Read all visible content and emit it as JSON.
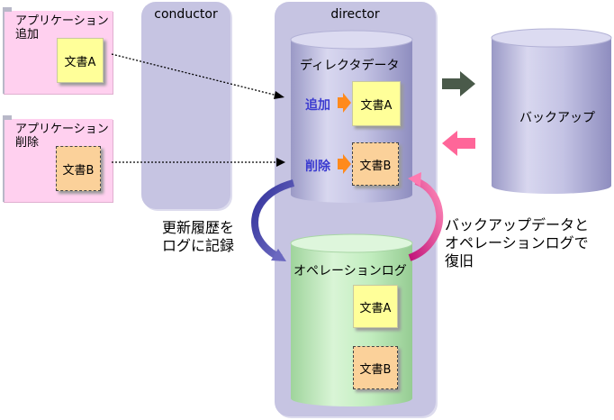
{
  "apps": [
    {
      "label": "アプリケーション\n追加",
      "doc": "文書A"
    },
    {
      "label": "アプリケーション\n削除",
      "doc": "文書B"
    }
  ],
  "conductor": {
    "title": "conductor"
  },
  "director": {
    "title": "director",
    "directory_db": {
      "title": "ディレクタデータ",
      "add_label": "追加",
      "add_doc": "文書A",
      "del_label": "削除",
      "del_doc": "文書B"
    },
    "oplog_db": {
      "title": "オペレーションログ",
      "docs": [
        "文書A",
        "文書B"
      ]
    }
  },
  "backup": {
    "title": "バックアップ"
  },
  "captions": {
    "history": "更新履歴を\nログに記録",
    "restore": "バックアップデータと\nオペレーションログで\n復旧"
  },
  "colors": {
    "app_bg": "#ffd0ef",
    "panel_bg": "#c6c4e2",
    "log_cyl": "#c2edbf",
    "doc_yellow": "#ffff99",
    "doc_orange": "#fbd19a",
    "arrow_orange": "#ff8a1c",
    "arrow_to_backup": "#4a5a4a",
    "arrow_from_backup": "#ff6699",
    "op_label": "#3b3bd0"
  }
}
